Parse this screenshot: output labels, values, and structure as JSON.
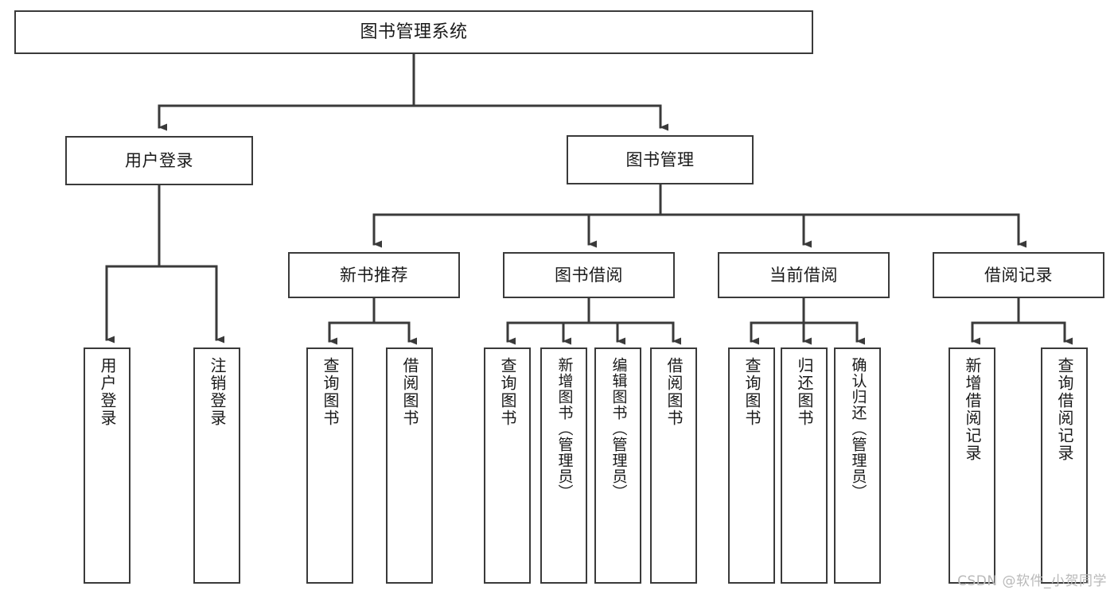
{
  "diagram": {
    "title": "图书管理系统",
    "type": "tree-hierarchy-chart",
    "watermark": "CSDN @软件_小贺同学",
    "colors": {
      "stroke": "#3a3a3a",
      "fill": "#ffffff",
      "text": "#1a1a1a",
      "watermark": "#b9b9b9"
    },
    "root": {
      "label": "图书管理系统"
    },
    "tier1": [
      {
        "label": "用户登录"
      },
      {
        "label": "图书管理"
      }
    ],
    "tier2": [
      {
        "label": "新书推荐"
      },
      {
        "label": "图书借阅"
      },
      {
        "label": "当前借阅"
      },
      {
        "label": "借阅记录"
      }
    ],
    "leaves": {
      "user_login": [
        {
          "label": "用户登录"
        },
        {
          "label": "注销登录"
        }
      ],
      "new_book_recommend": [
        {
          "label": "查询图书"
        },
        {
          "label": "借阅图书"
        }
      ],
      "book_borrow": [
        {
          "label": "查询图书"
        },
        {
          "label": "新增图书（管理员）"
        },
        {
          "label": "编辑图书（管理员）"
        },
        {
          "label": "借阅图书"
        }
      ],
      "current_borrow": [
        {
          "label": "查询图书"
        },
        {
          "label": "归还图书"
        },
        {
          "label": "确认归还（管理员）"
        }
      ],
      "borrow_record": [
        {
          "label": "新增借阅记录"
        },
        {
          "label": "查询借阅记录"
        }
      ]
    }
  }
}
